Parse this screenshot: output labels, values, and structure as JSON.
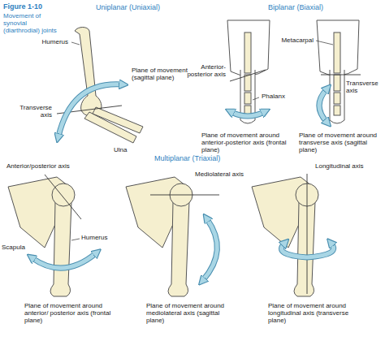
{
  "diagram": {
    "title": "Figure 1-10",
    "caption": "Movement of synovial (diarthrodial) joints",
    "labels": [
      "Uniplanar (Uniaxial)",
      "Humerus",
      "Plane of movement (sagittal plane)",
      "Transverse axis",
      "Ulna",
      "Biplanar (Biaxial)",
      "Metacarpal",
      "Anterior-posterior axis",
      "Phalanx",
      "Transverse axis",
      "Plane of movement around anterior-posterior axis (frontal plane)",
      "Plane of movement around transverse axis (sagittal plane)",
      "Multiplanar (Triaxial)",
      "Anterior/posterior axis",
      "Mediolateral axis",
      "Longitudinal axis",
      "Scapula",
      "Humerus",
      "Plane of movement around anterior/ posterior axis (frontal plane)",
      "Plane of movement around mediolateral axis (sagittal plane)",
      "Plane of movement around longitudinal axis (transverse plane)"
    ]
  }
}
